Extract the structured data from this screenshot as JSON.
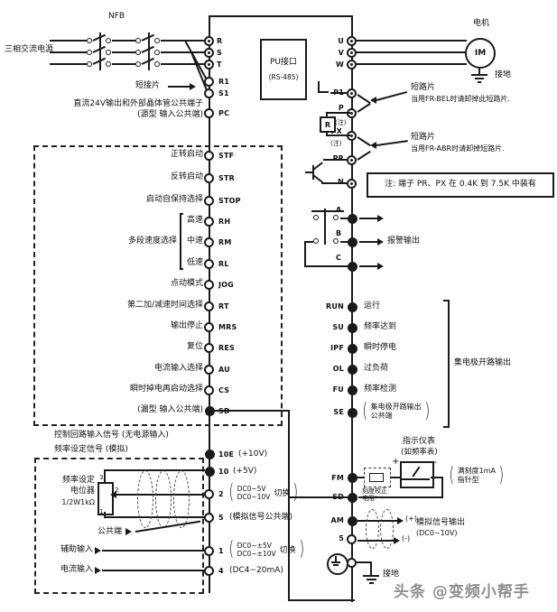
{
  "watermark": "头条 @变频小帮手",
  "top": {
    "nfb": "NFB",
    "source": "三相交流电源",
    "jumper": "短接片",
    "dc24a": "直流24V输出和外部晶体管公共端子",
    "dc24b": "(源型 输入公共端)",
    "pu1": "PU接口",
    "pu2": "(RS-485)",
    "motor": "电机",
    "im": "IM",
    "motor_ground": "接地"
  },
  "lt": {
    "r": "R",
    "s": "S",
    "t": "T",
    "r1": "R1",
    "s1": "S1",
    "pc": "PC"
  },
  "inputs": [
    {
      "cn": "正转启动",
      "id": "STF"
    },
    {
      "cn": "反转启动",
      "id": "STR"
    },
    {
      "cn": "启动自保持选择",
      "id": "STOP"
    },
    {
      "cn": "高速",
      "id": "RH"
    },
    {
      "cn": "中速",
      "id": "RM"
    },
    {
      "cn": "低速",
      "id": "RL"
    },
    {
      "cn": "点动模式",
      "id": "JOG"
    },
    {
      "cn": "第二加/减速时间选择",
      "id": "RT"
    },
    {
      "cn": "输出停止",
      "id": "MRS"
    },
    {
      "cn": "复位",
      "id": "RES"
    },
    {
      "cn": "电流输入选择",
      "id": "AU"
    },
    {
      "cn": "瞬时掉电再启动选择",
      "id": "CS"
    },
    {
      "cn": "(漏型 输入公共端)",
      "id": "SD"
    }
  ],
  "multi": "多段速度选择",
  "notes": {
    "ctrl": "控制回路输入信号 (无电源输入)",
    "freq": "频率设定信号 (模拟)"
  },
  "pot": {
    "a": "频率设定",
    "b": "电位器",
    "c": "1/2W1kΩ",
    "p3": "3",
    "p2": "2",
    "p1": "1",
    "common": "公共端",
    "aux": "辅助输入",
    "cur": "电流输入"
  },
  "an": [
    {
      "id": "10E",
      "n": "(+10V)"
    },
    {
      "id": "10",
      "n": "(+5V)"
    },
    {
      "id": "2",
      "s1": "DC0~5V",
      "s2": "DC0~10V",
      "sw": "切换"
    },
    {
      "id": "5",
      "n": "(模拟信号公共端)"
    },
    {
      "id": "1",
      "s1": "DC0~±5V",
      "s2": "DC0~±10V",
      "sw": "切换"
    },
    {
      "id": "4",
      "n": "(DC4~20mA)"
    }
  ],
  "rt": {
    "u": "U",
    "v": "V",
    "w": "W",
    "p1": "P1",
    "p": "P",
    "px": "PX",
    "pr": "PR",
    "n": "N",
    "rbox": "R",
    "zhu": "(注)",
    "zhu2": "(注)",
    "j1a": "短路片",
    "j1b": "当用FR-BEL时请卸掉此短路片.",
    "j2a": "短路片",
    "j2b": "当用FR-ABR时请卸掉短路片.",
    "notebox": "注: 端子 PR、PX 在 0.4K 到 7.5K 中装有",
    "a": "A",
    "b": "B",
    "c": "C",
    "alarm": "报警输出"
  },
  "oc": [
    {
      "id": "RUN",
      "cn": "运行"
    },
    {
      "id": "SU",
      "cn": "频率达到"
    },
    {
      "id": "IPF",
      "cn": "瞬时停电"
    },
    {
      "id": "OL",
      "cn": "过负荷"
    },
    {
      "id": "FU",
      "cn": "频率检测"
    }
  ],
  "se": {
    "id": "SE",
    "cn1": "集电极开路输出",
    "cn2": "公共端"
  },
  "ocb": "集电极开路输出",
  "meter": {
    "t1": "指示仪表",
    "t2": "(如频率表)",
    "plus": "+",
    "minus": "-",
    "cal1": "刻度校正",
    "cal2": "电阻*",
    "fs1": "满刻度1mA",
    "fs2": "指针型"
  },
  "out": {
    "fm": "FM",
    "sd": "SD",
    "am": "AM",
    "five": "5",
    "p": "(+)",
    "m": "(-)",
    "t1": "模拟信号输出",
    "t2": "(DC0~10V)",
    "gnd": "接地"
  }
}
